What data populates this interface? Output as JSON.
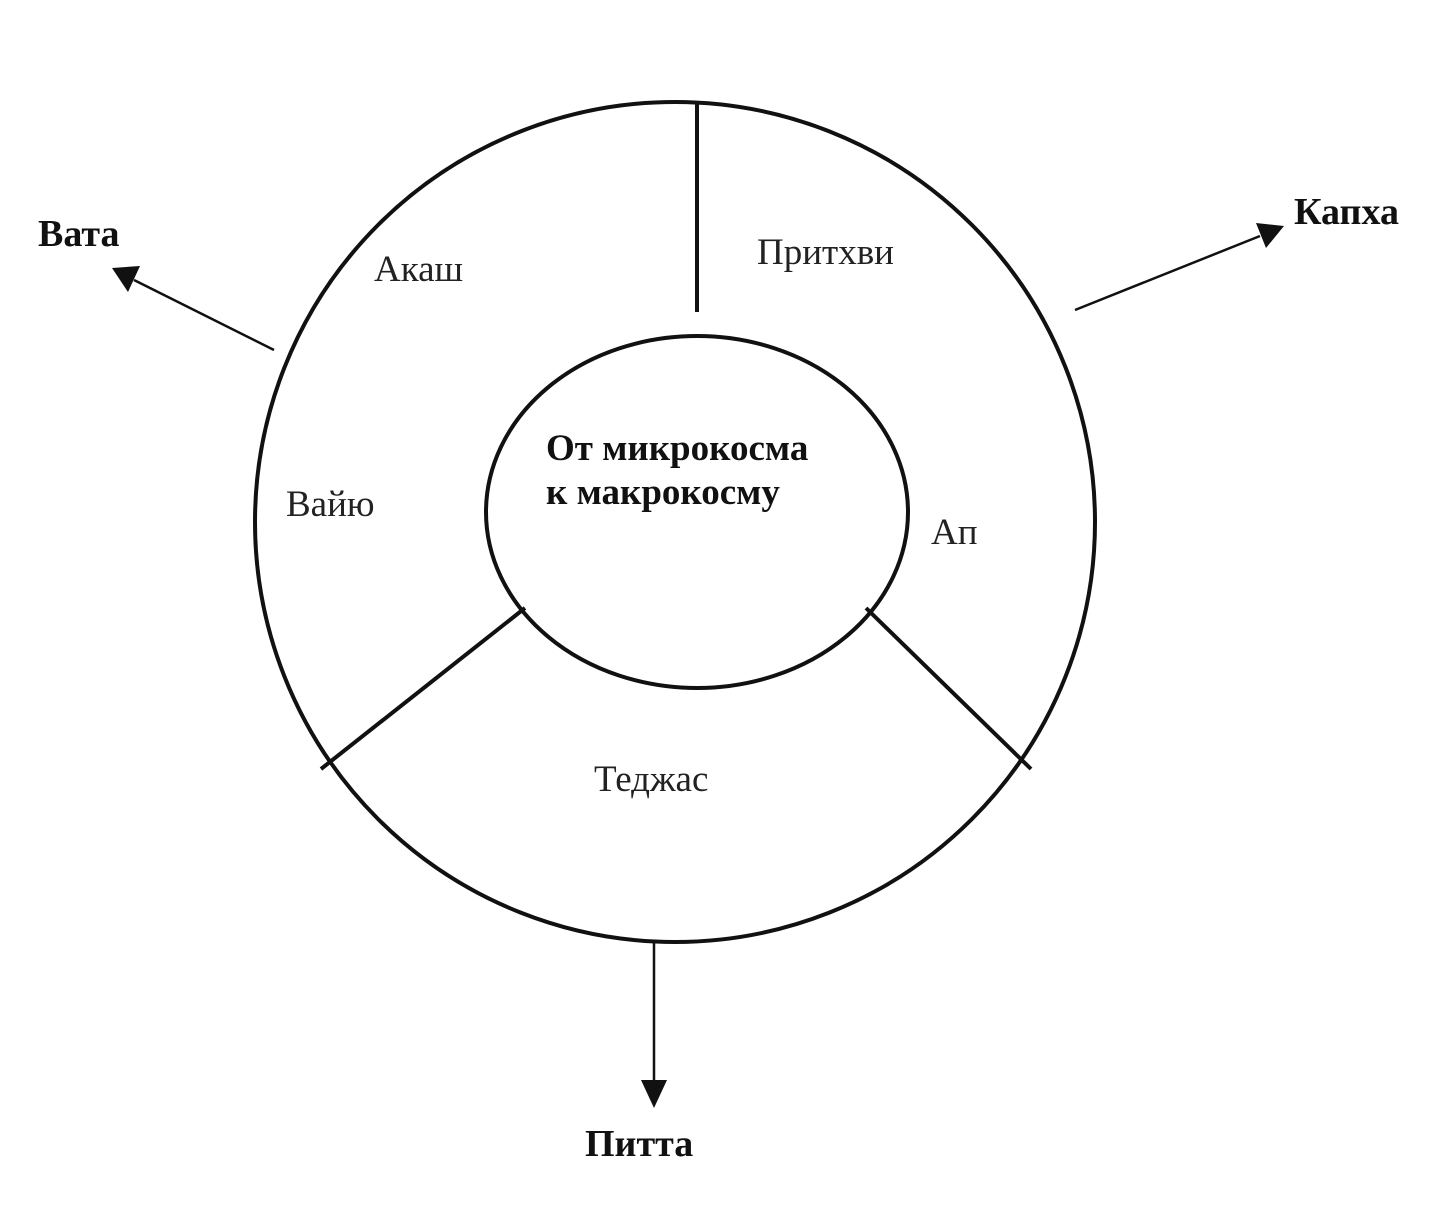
{
  "center": {
    "line1": "От микрокосма",
    "line2": "к макрокосму"
  },
  "elements": {
    "akash": "Акаш",
    "prithvi": "Притхви",
    "vayu": "Вайю",
    "ap": "Ап",
    "tejas": "Теджас"
  },
  "doshas": {
    "vata": "Вата",
    "kapha": "Капха",
    "pitta": "Питта"
  },
  "colors": {
    "line": "#111111",
    "text": "#222222",
    "background": "#ffffff"
  }
}
